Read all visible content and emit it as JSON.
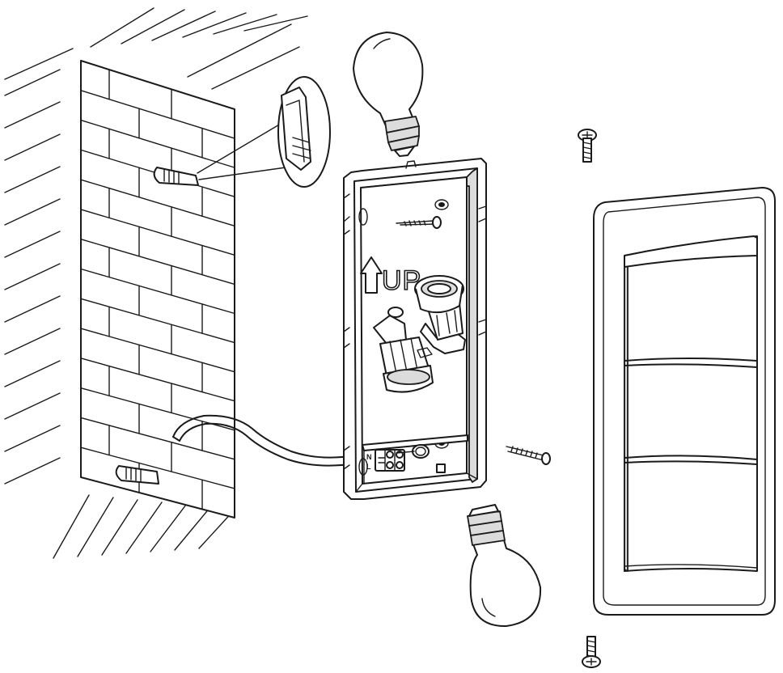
{
  "mounting_box": {
    "orientation_label": "UP",
    "terminal_labels": [
      "N",
      "L"
    ]
  }
}
